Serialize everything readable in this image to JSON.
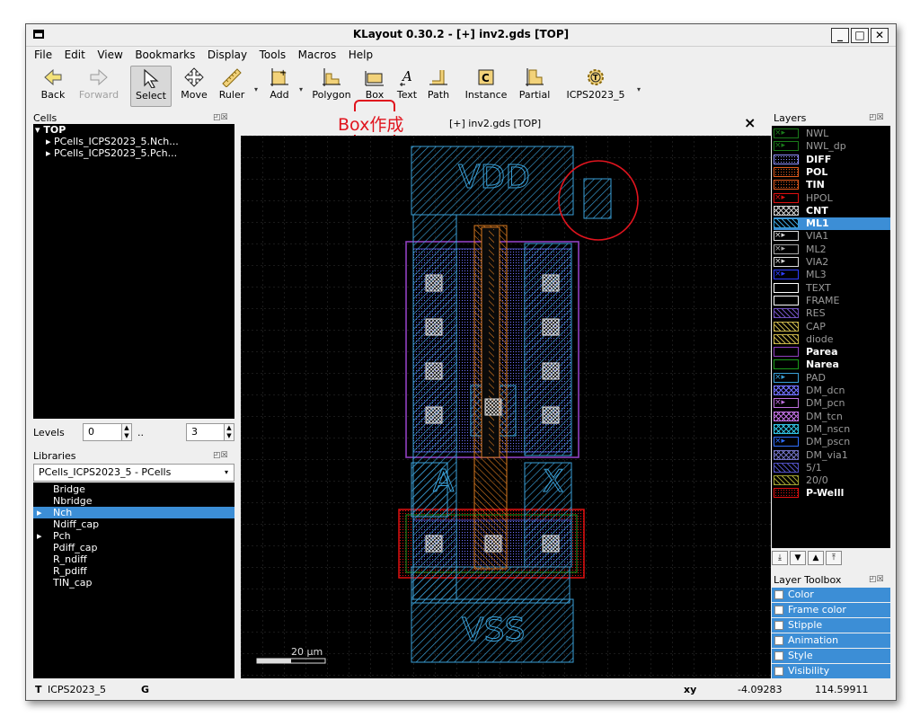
{
  "window": {
    "title": "KLayout 0.30.2 - [+] inv2.gds [TOP]"
  },
  "menu": [
    "File",
    "Edit",
    "View",
    "Bookmarks",
    "Display",
    "Tools",
    "Macros",
    "Help"
  ],
  "toolbar": {
    "back": "Back",
    "forward": "Forward",
    "select": "Select",
    "move": "Move",
    "ruler": "Ruler",
    "add": "Add",
    "polygon": "Polygon",
    "box": "Box",
    "text": "Text",
    "path": "Path",
    "instance": "Instance",
    "partial": "Partial",
    "icps": "ICPS2023_5"
  },
  "annotation": {
    "box_label": "Box作成"
  },
  "cells": {
    "title": "Cells",
    "items": [
      "TOP",
      "PCells_ICPS2023_5.Nch...",
      "PCells_ICPS2023_5.Pch..."
    ]
  },
  "levels": {
    "label": "Levels",
    "from": "0",
    "sep": "..",
    "to": "3"
  },
  "libraries": {
    "title": "Libraries",
    "selected": "PCells_ICPS2023_5 - PCells",
    "items": [
      "Bridge",
      "Nbridge",
      "Nch",
      "Ndiff_cap",
      "Pch",
      "Pdiff_cap",
      "R_ndiff",
      "R_pdiff",
      "TIN_cap"
    ],
    "selected_item": "Nch"
  },
  "canvas": {
    "tab_title": "[+] inv2.gds [TOP]",
    "close": "×",
    "labels": [
      "VDD",
      "A",
      "X",
      "VSS"
    ],
    "scale": "20 µm"
  },
  "layers": {
    "title": "Layers",
    "items": [
      {
        "name": "NWL",
        "color": "#1a7a1a",
        "style": "x",
        "hidden": true
      },
      {
        "name": "NWL_dp",
        "color": "#1a7a1a",
        "style": "x",
        "hidden": true
      },
      {
        "name": "DIFF",
        "color": "#9090ff",
        "style": "dots",
        "bold": true
      },
      {
        "name": "POL",
        "color": "#e05a1c",
        "style": "dots",
        "bold": true
      },
      {
        "name": "TIN",
        "color": "#e05a1c",
        "style": "dots",
        "bold": true
      },
      {
        "name": "HPOL",
        "color": "#e01010",
        "style": "x",
        "hidden": true
      },
      {
        "name": "CNT",
        "color": "#cccccc",
        "style": "cross",
        "bold": true
      },
      {
        "name": "ML1",
        "color": "#3aa0d8",
        "style": "hatch",
        "bold": true,
        "selected": true
      },
      {
        "name": "VIA1",
        "color": "#dddddd",
        "style": "x",
        "hidden": true
      },
      {
        "name": "ML2",
        "color": "#aaaaaa",
        "style": "x",
        "hidden": true
      },
      {
        "name": "VIA2",
        "color": "#dddddd",
        "style": "x",
        "hidden": true
      },
      {
        "name": "ML3",
        "color": "#3040ff",
        "style": "x",
        "hidden": true
      },
      {
        "name": "TEXT",
        "color": "#ffffff",
        "style": "outline",
        "hidden": true
      },
      {
        "name": "FRAME",
        "color": "#ffffff",
        "style": "outline",
        "hidden": true
      },
      {
        "name": "RES",
        "color": "#7050c0",
        "style": "hatch",
        "hidden": true
      },
      {
        "name": "CAP",
        "color": "#c8b44a",
        "style": "hatch",
        "hidden": true
      },
      {
        "name": "diode",
        "color": "#c8b44a",
        "style": "hatch",
        "hidden": true
      },
      {
        "name": "Parea",
        "color": "#9040c0",
        "style": "outline",
        "bold": true
      },
      {
        "name": "Narea",
        "color": "#1a9a1a",
        "style": "outline",
        "bold": true
      },
      {
        "name": "PAD",
        "color": "#3aa0d8",
        "style": "x",
        "hidden": true
      },
      {
        "name": "DM_dcn",
        "color": "#7070ff",
        "style": "cross",
        "hidden": true
      },
      {
        "name": "DM_pcn",
        "color": "#c070e0",
        "style": "x",
        "hidden": true
      },
      {
        "name": "DM_tcn",
        "color": "#c070e0",
        "style": "cross",
        "hidden": true
      },
      {
        "name": "DM_nscn",
        "color": "#30c0e0",
        "style": "cross",
        "hidden": true
      },
      {
        "name": "DM_pscn",
        "color": "#3070ff",
        "style": "x",
        "hidden": true
      },
      {
        "name": "DM_via1",
        "color": "#7070c0",
        "style": "cross",
        "hidden": true
      },
      {
        "name": "5/1",
        "color": "#5050c0",
        "style": "hatch",
        "hidden": true
      },
      {
        "name": "20/0",
        "color": "#a0a030",
        "style": "hatch",
        "hidden": true
      },
      {
        "name": "P-Welll",
        "color": "#e01010",
        "style": "dots",
        "bold": true
      }
    ]
  },
  "toolbox": {
    "title": "Layer Toolbox",
    "items": [
      "Color",
      "Frame color",
      "Stipple",
      "Animation",
      "Style",
      "Visibility"
    ]
  },
  "status": {
    "left_t": "T",
    "left_name": "ICPS2023_5",
    "g": "G",
    "xy": "xy",
    "x": "-4.09283",
    "y": "114.59911"
  }
}
